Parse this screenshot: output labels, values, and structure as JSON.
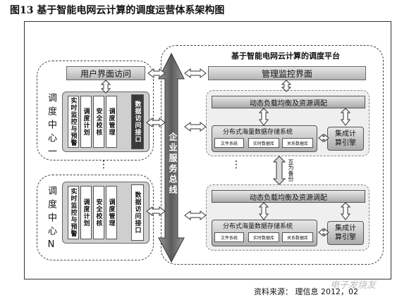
{
  "figure": {
    "caption": "图13  基于智能电网云计算的调度运营体系架构图",
    "source": "资料来源：        理信息  2012，02",
    "watermark": "电子发烧友"
  },
  "diagram": {
    "platform_title": "基于智能电网云计算的调度平台",
    "user_access": "用户界面访问",
    "management_ui": "管理监控界面",
    "service_bus": "企业服务总线",
    "mutual_backup": "互为备份",
    "ellipsis": "⋮",
    "centers": [
      {
        "label": "调度中心一",
        "modules": [
          "实时监控与预警",
          "调度计划",
          "安全校核",
          "调度管理"
        ],
        "interface": "数据访问接口"
      },
      {
        "label": "调度中心N",
        "modules": [
          "实时监控与预警",
          "调度计划",
          "安全校核",
          "调度管理"
        ],
        "interface": "数据访问接口"
      }
    ],
    "clusters": [
      {
        "balance": "动态负载均衡及资源调配",
        "storage": "分布式海量数据存储系统",
        "subsystems": [
          "文件系统",
          "实时数据库",
          "关系数据库"
        ],
        "engine": "集成计算引擎"
      },
      {
        "balance": "动态负载均衡及资源调配",
        "storage": "分布式海量数据存储系统",
        "subsystems": [
          "文件系统",
          "实时数据库",
          "关系数据库"
        ],
        "engine": "集成计算引擎"
      }
    ]
  }
}
